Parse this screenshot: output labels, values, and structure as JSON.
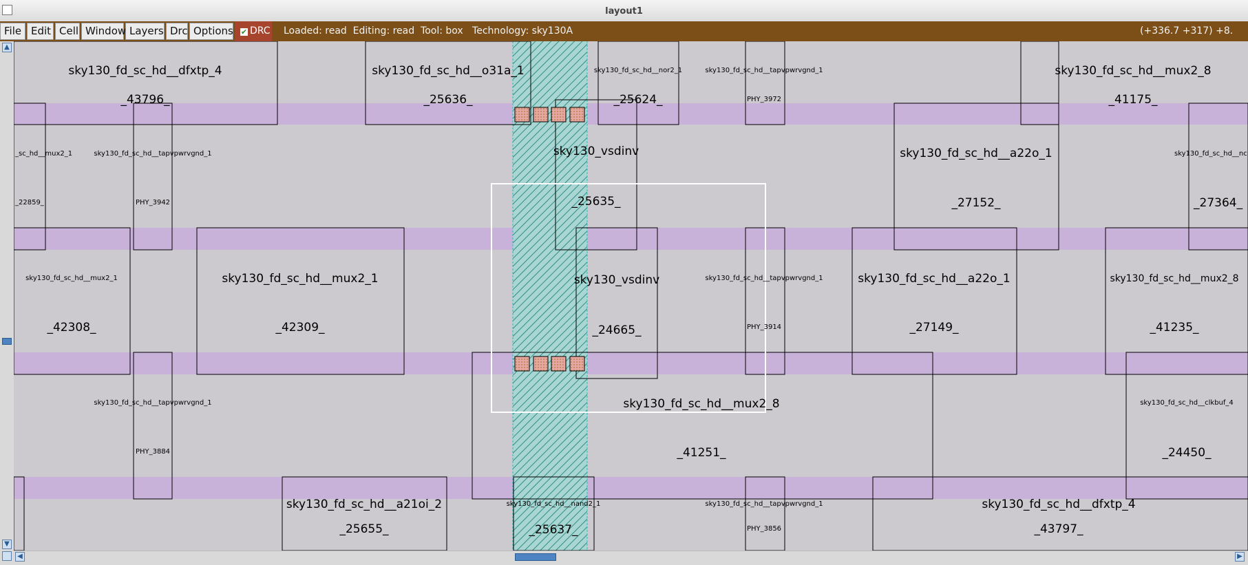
{
  "window": {
    "title": "layout1"
  },
  "menubar": {
    "items": [
      "File",
      "Edit",
      "Cell",
      "Window",
      "Layers",
      "Drc",
      "Options"
    ],
    "drc_label": "DRC",
    "drc_checked": true,
    "status": "Loaded: read  Editing: read  Tool: box   Technology: sky130A",
    "coords": "(+336.7 +317) +8."
  },
  "icons": {
    "up": "arrow-up-icon",
    "down": "arrow-down-icon",
    "left": "arrow-left-icon",
    "right": "arrow-right-icon",
    "zoom": "zoom-box-icon"
  },
  "colors": {
    "menubar_bg": "#7b4f17",
    "drc_bg": "#a6442e",
    "layout_bg": "#ccc9cf",
    "power_rail": "#c8b2da",
    "metal_hatch": "#3aa29a",
    "cursor_box": "#ffffff",
    "contact": "#e8a0a0"
  },
  "cells": [
    {
      "name": "sky130_fd_sc_hd__dfxtp_4",
      "instance": "_43796_"
    },
    {
      "name": "sky130_fd_sc_hd__o31a_1",
      "instance": "_25636_"
    },
    {
      "name": "sky130_fd_sc_hd__nor2_1",
      "instance": "_25624_"
    },
    {
      "name": "sky130_fd_sc_hd__tapvpwrvgnd_1",
      "instance": "PHY_3972"
    },
    {
      "name": "sky130_fd_sc_hd__mux2_8",
      "instance": "_41175_"
    },
    {
      "name": "_sc_hd__mux2_1",
      "instance": "_22859_"
    },
    {
      "name": "sky130_fd_sc_hd__tapvpwrvgnd_1",
      "instance": "PHY_3942"
    },
    {
      "name": "sky130_vsdinv",
      "instance": "_25635_"
    },
    {
      "name": "sky130_fd_sc_hd__a22o_1",
      "instance": "_27152_"
    },
    {
      "name": "sky130_fd_sc_hd__nc",
      "instance": "_27364_"
    },
    {
      "name": "sky130_fd_sc_hd__mux2_1",
      "instance": "_42308_"
    },
    {
      "name": "sky130_fd_sc_hd__mux2_1",
      "instance": "_42309_"
    },
    {
      "name": "sky130_vsdinv",
      "instance": "_24665_"
    },
    {
      "name": "sky130_fd_sc_hd__tapvpwrvgnd_1",
      "instance": "PHY_3914"
    },
    {
      "name": "sky130_fd_sc_hd__a22o_1",
      "instance": "_27149_"
    },
    {
      "name": "sky130_fd_sc_hd__mux2_8",
      "instance": "_41235_"
    },
    {
      "name": "sky130_fd_sc_hd__tapvpwrvgnd_1",
      "instance": "PHY_3884"
    },
    {
      "name": "sky130_fd_sc_hd__mux2_8",
      "instance": "_41251_"
    },
    {
      "name": "sky130_fd_sc_hd__clkbuf_4",
      "instance": "_24450_"
    },
    {
      "name": "sky130_fd_sc_hd__a21oi_2",
      "instance": "_25655_"
    },
    {
      "name": "sky130_fd_sc_hd__nand2_1",
      "instance": "_25637_"
    },
    {
      "name": "sky130_fd_sc_hd__tapvpwrvgnd_1",
      "instance": "PHY_3856"
    },
    {
      "name": "sky130_fd_sc_hd__dfxtp_4",
      "instance": "_43797_"
    }
  ]
}
